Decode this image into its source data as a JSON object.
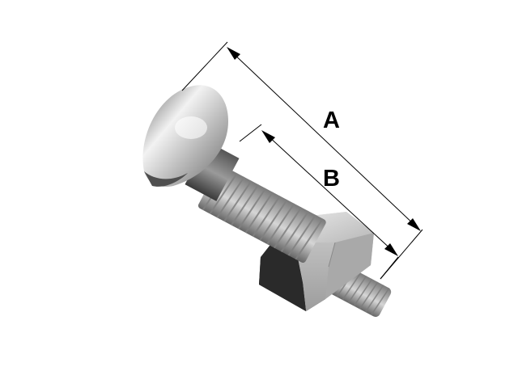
{
  "diagram": {
    "dimensions": [
      {
        "id": "A",
        "label": "A"
      },
      {
        "id": "B",
        "label": "B"
      }
    ]
  }
}
